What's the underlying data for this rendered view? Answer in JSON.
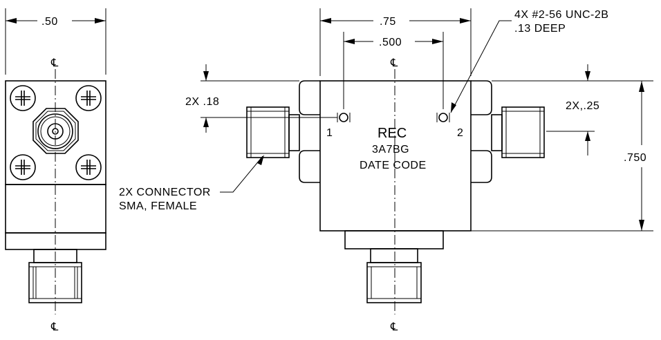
{
  "side_view": {
    "width_dim": ".50",
    "centerline_top": "℄",
    "centerline_bottom": "℄"
  },
  "front_view": {
    "overall_width_dim": ".75",
    "hole_spacing_dim": ".500",
    "height_dim": ".750",
    "left_connector_offset": "2X .18",
    "right_connector_offset": "2X,.25",
    "tapped_holes_line1": "4X #2-56 UNC-2B",
    "tapped_holes_line2": ".13 DEEP",
    "port_1": "1",
    "port_2": "2",
    "label_line1": "REC",
    "label_line2": "3A7BG",
    "label_line3": "DATE CODE",
    "connector_note_line1": "2X CONNECTOR",
    "connector_note_line2": "SMA, FEMALE",
    "centerline_top": "℄",
    "centerline_bottom": "℄"
  }
}
